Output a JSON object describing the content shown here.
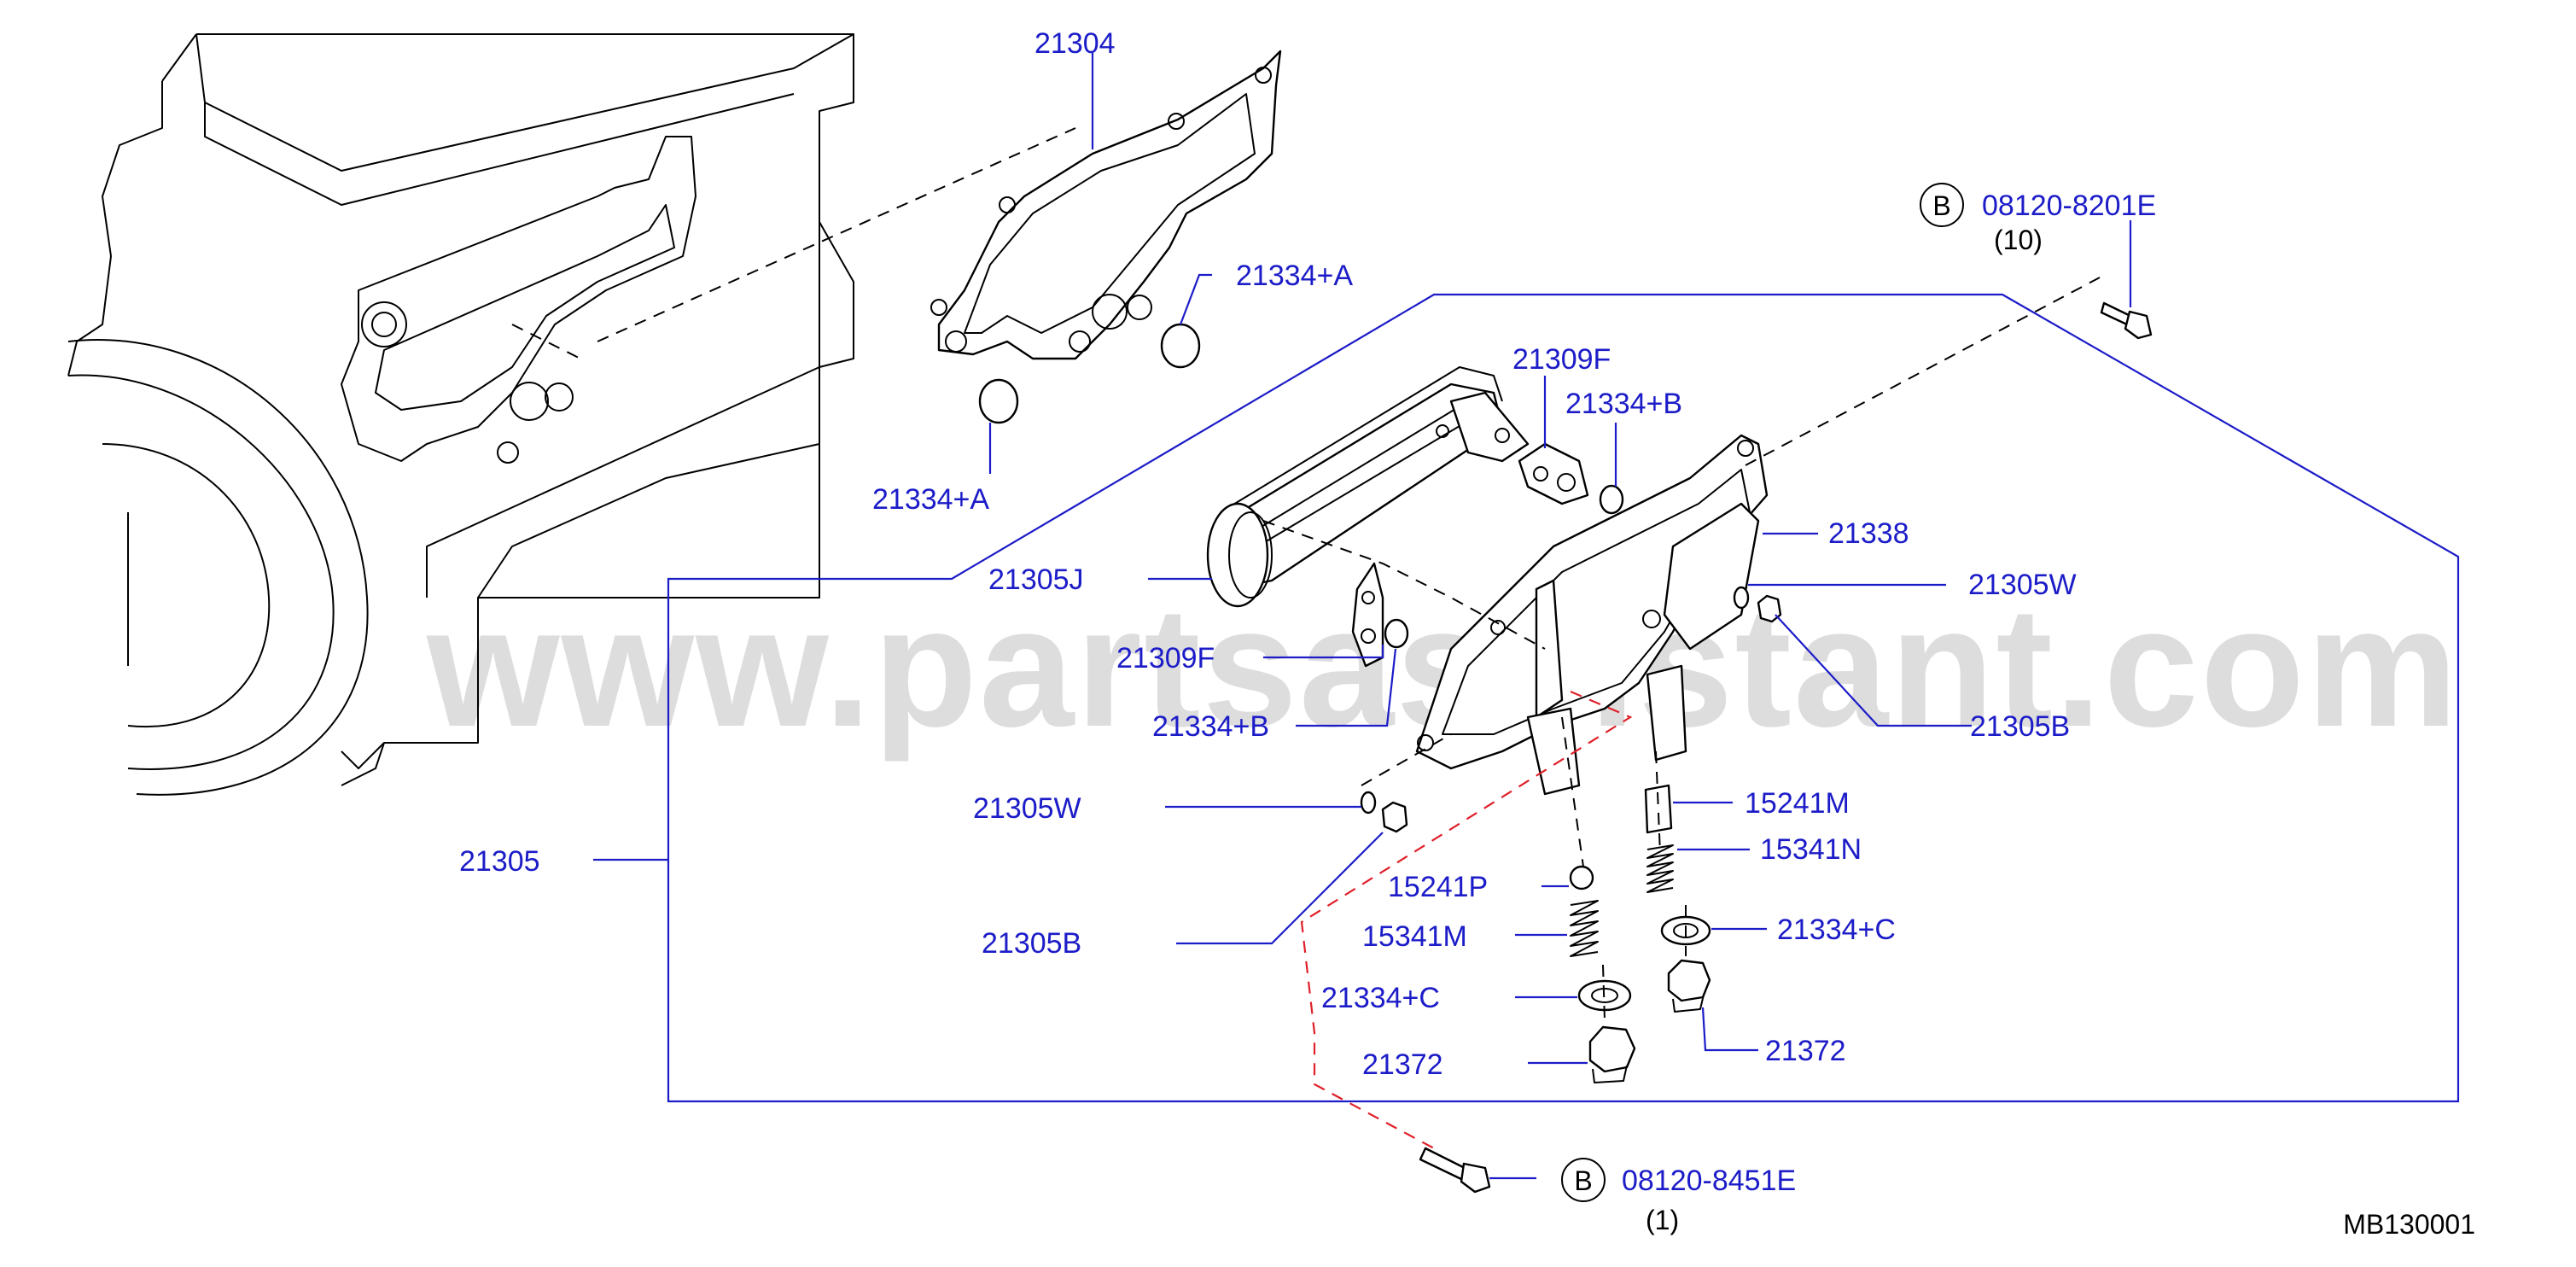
{
  "watermark": "www.partsassistant.com",
  "diagram_code": "MB130001",
  "bolt_top": {
    "circle_letter": "B",
    "part_no": "08120-8201E",
    "qty": "(10)"
  },
  "bolt_bottom": {
    "circle_letter": "B",
    "part_no": "08120-8451E",
    "qty": "(1)"
  },
  "labels": {
    "p21304": "21304",
    "p21334A_top": "21334+A",
    "p21334A_bottom": "21334+A",
    "p21309F_top": "21309F",
    "p21334B_top": "21334+B",
    "p21338": "21338",
    "p21305J": "21305J",
    "p21305W_right": "21305W",
    "p21309F_left": "21309F",
    "p21334B_left": "21334+B",
    "p21305B_right": "21305B",
    "p21305W_left": "21305W",
    "p15241M": "15241M",
    "p15341N": "15341N",
    "p21305": "21305",
    "p15241P": "15241P",
    "p15341M": "15341M",
    "p21334C_right": "21334+C",
    "p21305B_left": "21305B",
    "p21334C_left": "21334+C",
    "p21372_right": "21372",
    "p21372_left": "21372"
  },
  "colors": {
    "label": "#1c1cc8",
    "leader": "#1c1cc8",
    "red_dash": "#e0202a",
    "watermark": "#d2d2d2"
  }
}
